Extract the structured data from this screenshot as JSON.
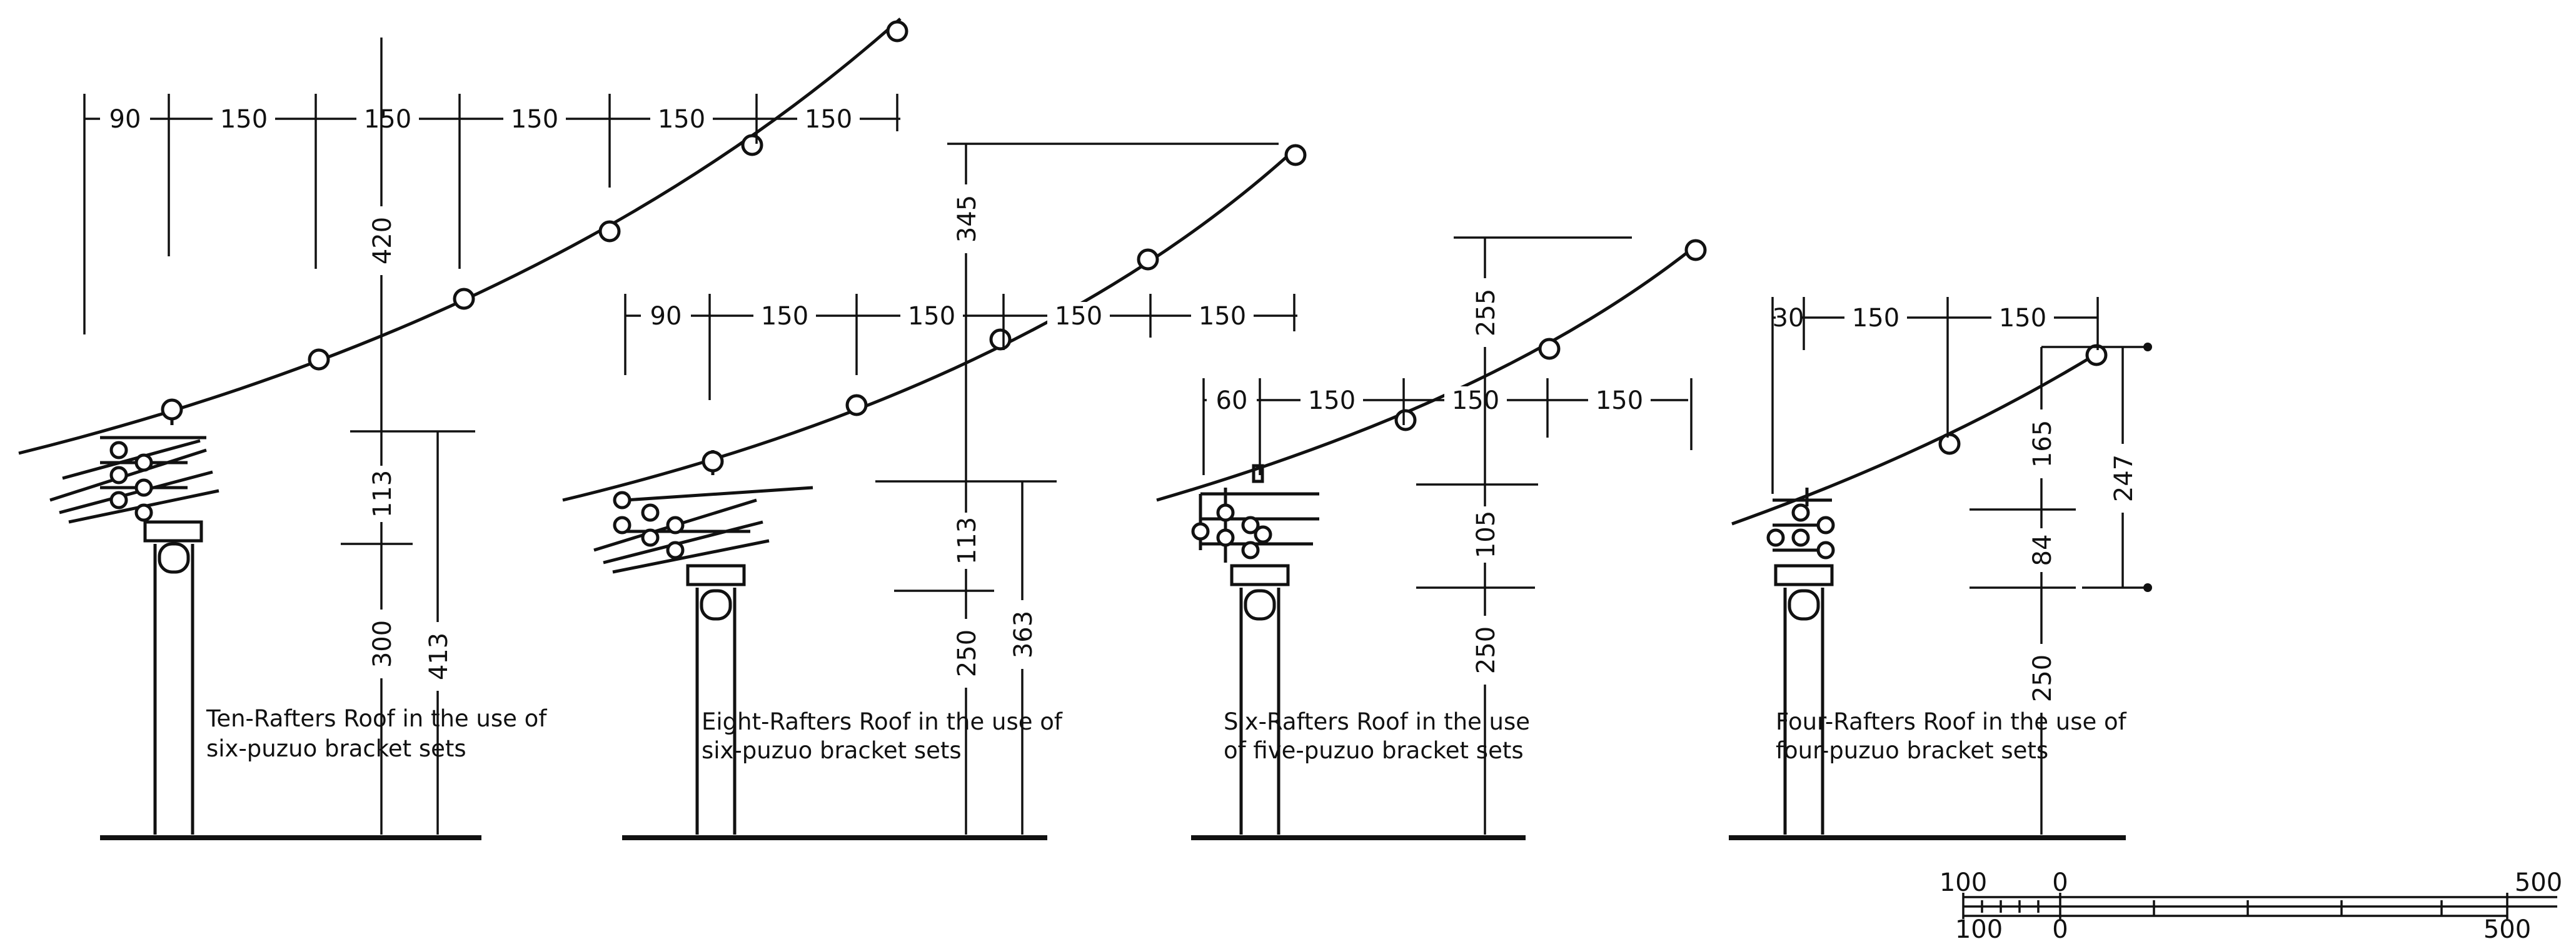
{
  "roofs": [
    {
      "caption_line1": "Ten-Rafters Roof in the use of",
      "caption_line2": "six-puzuo bracket sets",
      "horizontal_dims": [
        "90",
        "150",
        "150",
        "150",
        "150",
        "150"
      ],
      "vertical_dims": {
        "rise": "420",
        "bracket": "113",
        "column": "300",
        "total": "413"
      }
    },
    {
      "caption_line1": "Eight-Rafters Roof in the use of",
      "caption_line2": "six-puzuo bracket sets",
      "horizontal_dims": [
        "90",
        "150",
        "150",
        "150",
        "150"
      ],
      "vertical_dims": {
        "rise": "345",
        "bracket": "113",
        "column": "250",
        "total": "363"
      }
    },
    {
      "caption_line1": "Six-Rafters Roof in the use",
      "caption_line2": "of five-puzuo bracket sets",
      "horizontal_dims": [
        "60",
        "150",
        "150",
        "150"
      ],
      "vertical_dims": {
        "rise": "255",
        "bracket": "105",
        "column": "250"
      }
    },
    {
      "caption_line1": "Four-Rafters Roof in the use of",
      "caption_line2": "four-puzuo bracket sets",
      "horizontal_dims": [
        "30",
        "150",
        "150"
      ],
      "vertical_dims": {
        "rise": "165",
        "bracket": "84",
        "column": "250",
        "total": "247"
      }
    }
  ],
  "scale_bar": {
    "left_label": "100",
    "zero_label": "0",
    "right_label": "500"
  }
}
